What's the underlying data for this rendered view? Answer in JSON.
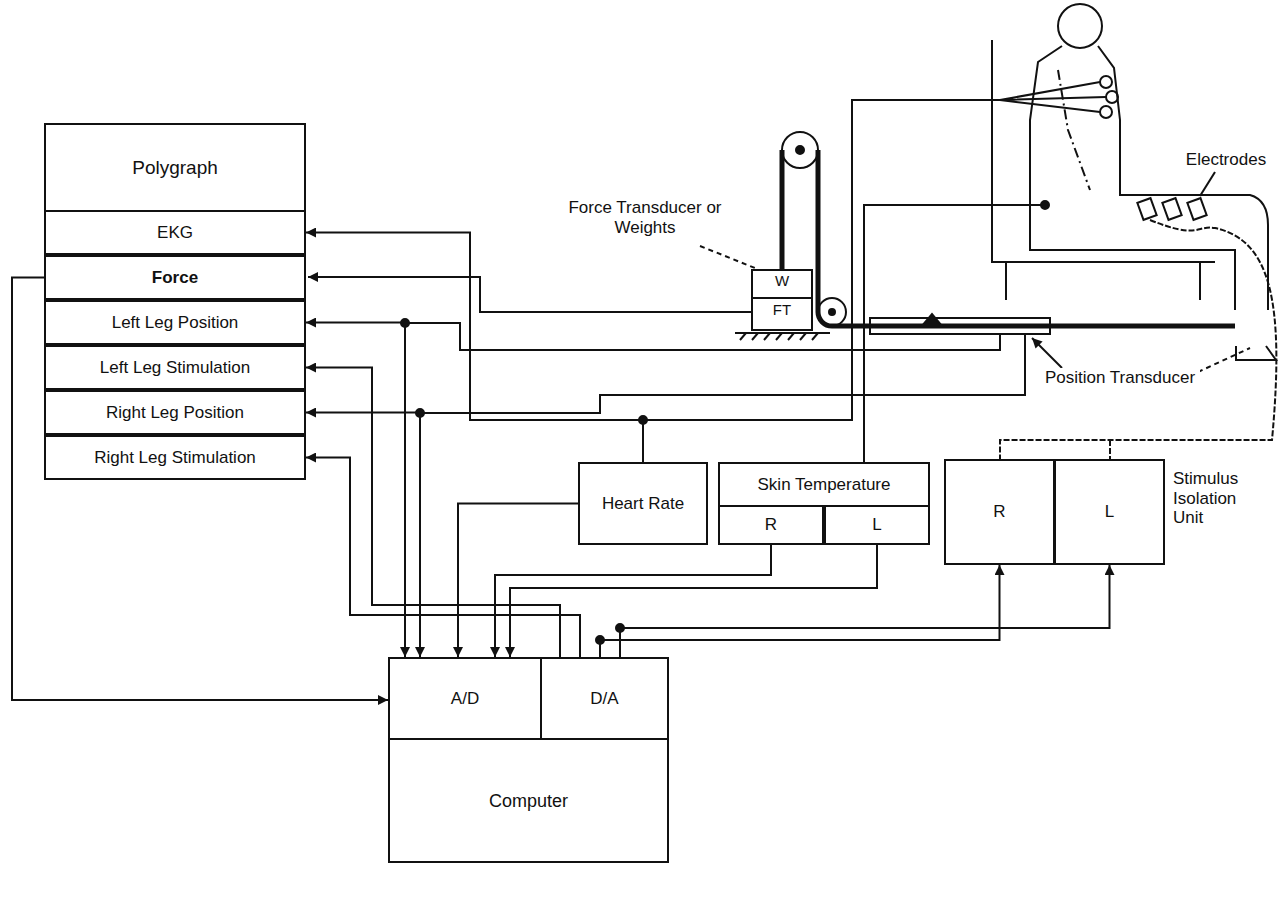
{
  "diagram": {
    "nodes": [
      {
        "text": [
          "Polygraph"
        ]
      },
      {
        "text": [
          "EKG"
        ],
        "in": 0
      },
      {
        "text": [
          "Force"
        ],
        "in": 0
      },
      {
        "text": [
          "Left Leg Position"
        ],
        "in": 0
      },
      {
        "text": [
          "Left Leg Stimulation"
        ],
        "in": 0
      },
      {
        "text": [
          "Right Leg Position"
        ],
        "in": 0
      },
      {
        "text": [
          "Right Leg Stimulation"
        ],
        "in": 0
      },
      {
        "text": [
          "Heart Rate"
        ]
      },
      {
        "text": [
          "Skin Temperature"
        ]
      },
      {
        "text": [
          "R"
        ],
        "in": 8
      },
      {
        "text": [
          "L"
        ],
        "in": 8
      },
      {
        "text": [
          "Stimulus Isolation Unit"
        ]
      },
      {
        "text": [
          "R"
        ],
        "in": 11
      },
      {
        "text": [
          "L"
        ],
        "in": 11
      },
      {
        "text": [
          "Computer"
        ]
      },
      {
        "text": [
          "A/D"
        ],
        "in": 14
      },
      {
        "text": [
          "D/A"
        ],
        "in": 14
      }
    ],
    "edges": [
      {
        "from": 2,
        "to": 15,
        "arrow": "to"
      },
      {
        "from": 7,
        "to": 15,
        "arrow": "to"
      },
      {
        "from": 9,
        "to": 15,
        "arrow": "to"
      },
      {
        "from": 10,
        "to": 15,
        "arrow": "to"
      },
      {
        "from": 16,
        "to": 12,
        "arrow": "to"
      },
      {
        "from": 16,
        "to": 13,
        "arrow": "to"
      },
      {
        "from": 16,
        "to": 4,
        "arrow": "to"
      },
      {
        "from": 16,
        "to": 6,
        "arrow": "to"
      },
      {
        "from": 3,
        "to": 15,
        "arrow": "both"
      },
      {
        "from": 5,
        "to": 15,
        "arrow": "both"
      },
      {
        "from": 7,
        "to": 1,
        "arrow": "to"
      }
    ],
    "labels": [
      "Electrodes",
      "Force Transducer or Weights",
      "Position Transducer",
      "W",
      "FT"
    ]
  }
}
